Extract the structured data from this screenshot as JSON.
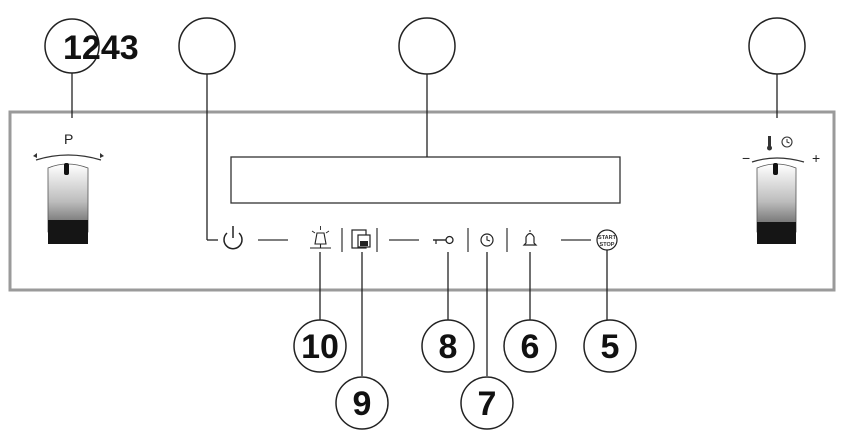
{
  "top_callouts": {
    "overlay_text": "1243"
  },
  "panel": {
    "left_knob": {
      "label": "P"
    },
    "right_knob": {
      "minus": "−",
      "plus": "+"
    },
    "start_stop": {
      "line1": "START",
      "line2": "STOP"
    }
  },
  "bottom_callouts": [
    "10",
    "9",
    "8",
    "7",
    "6",
    "5"
  ],
  "icons": {
    "power": "power-icon",
    "light": "lamp-icon",
    "program": "program-select-icon",
    "key": "key-icon",
    "timer": "timer-icon",
    "bell": "bell-icon",
    "thermometer": "thermometer-icon",
    "clock": "clock-icon"
  }
}
